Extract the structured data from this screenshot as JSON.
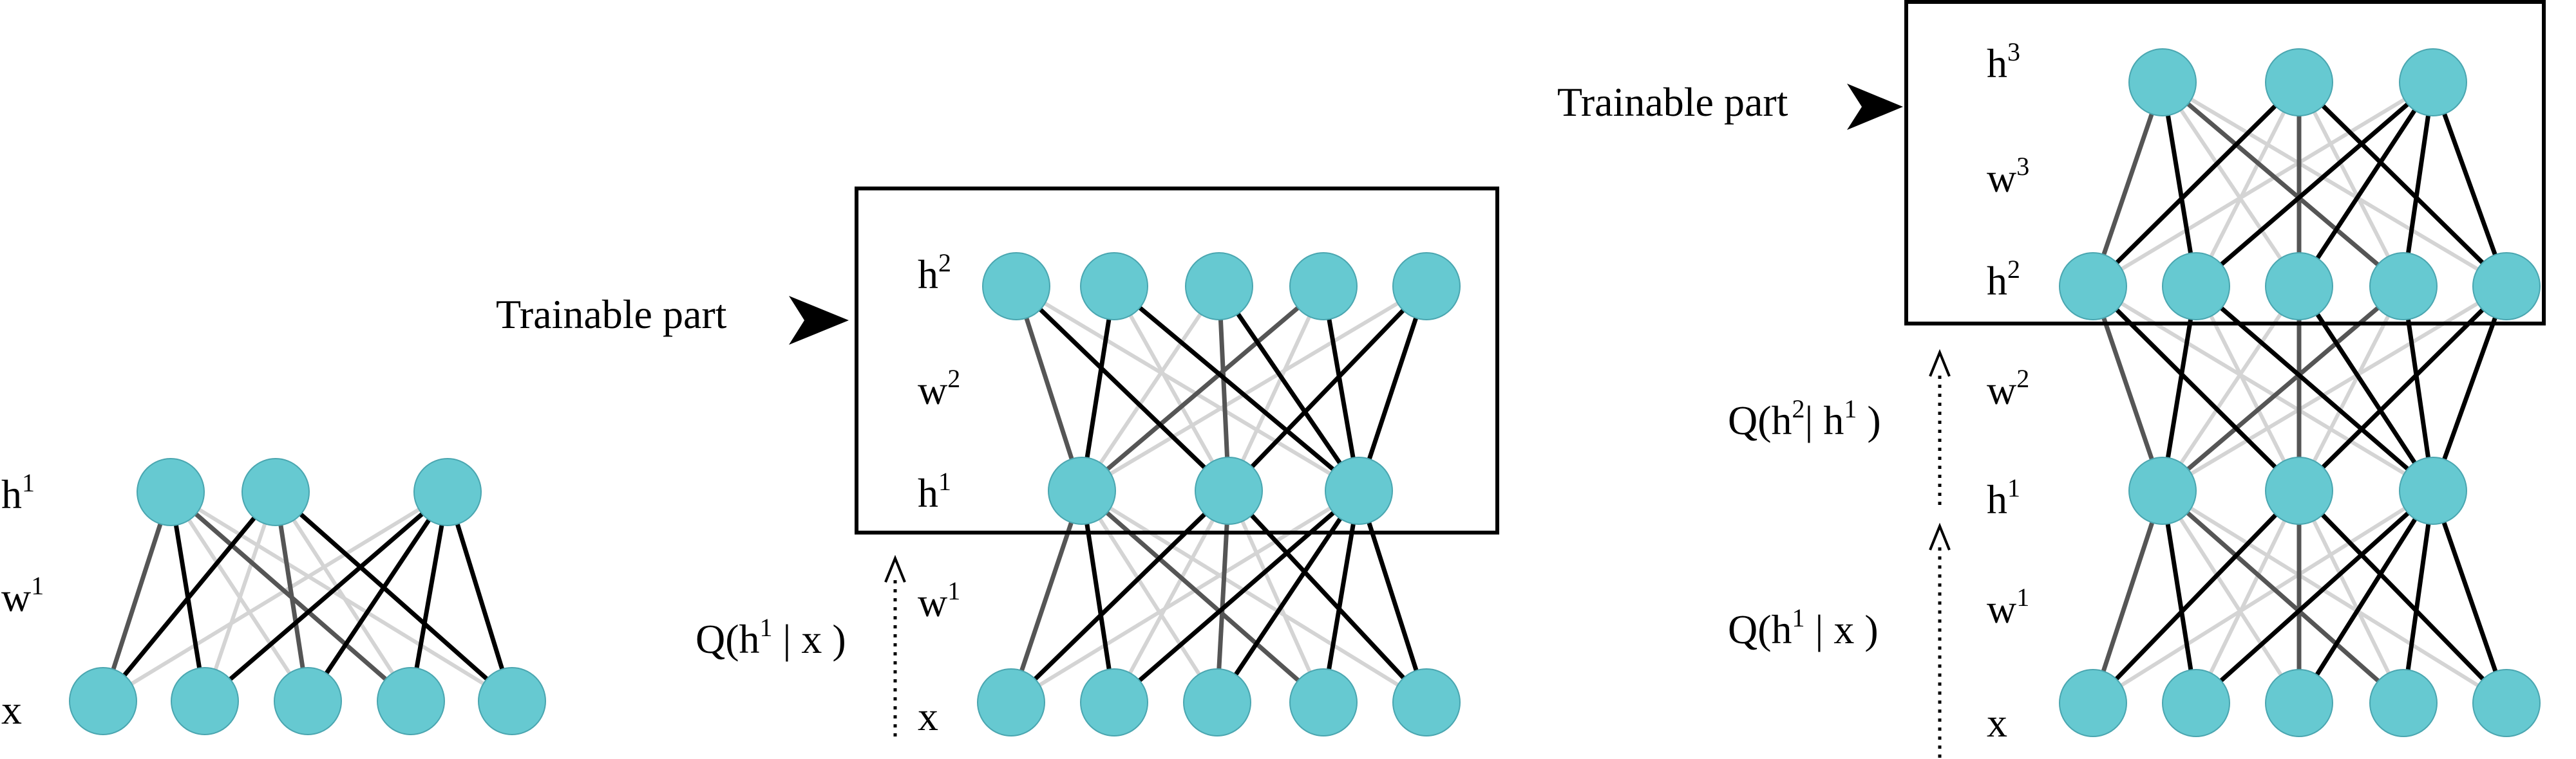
{
  "colors": {
    "node_fill": "#66c9d1",
    "node_stroke": "#4aa6b0",
    "edge_black": "#000000",
    "edge_dark": "#555555",
    "edge_light": "#d4d4d4",
    "box": "#000000"
  },
  "icons": {
    "arrow": "black-arrowhead-icon",
    "dotted_arrow": "dotted-up-arrow-icon"
  },
  "panel1": {
    "labels": {
      "h1": {
        "base": "h",
        "sup": "1"
      },
      "w1": {
        "base": "w",
        "sup": "1"
      },
      "x": {
        "base": "x",
        "sup": ""
      }
    }
  },
  "panel2": {
    "trainable_label": "Trainable part",
    "labels": {
      "h2": {
        "base": "h",
        "sup": "2"
      },
      "w2": {
        "base": "w",
        "sup": "2"
      },
      "h1": {
        "base": "h",
        "sup": "1"
      },
      "w1": {
        "base": "w",
        "sup": "1"
      },
      "x": {
        "base": "x",
        "sup": ""
      }
    },
    "q": {
      "pre": "Q(h",
      "sup": "1",
      "post": " | x )"
    }
  },
  "panel3": {
    "trainable_label": "Trainable part",
    "labels": {
      "h3": {
        "base": "h",
        "sup": "3"
      },
      "w3": {
        "base": "w",
        "sup": "3"
      },
      "h2": {
        "base": "h",
        "sup": "2"
      },
      "w2": {
        "base": "w",
        "sup": "2"
      },
      "h1": {
        "base": "h",
        "sup": "1"
      },
      "w1": {
        "base": "w",
        "sup": "1"
      },
      "x": {
        "base": "x",
        "sup": ""
      }
    },
    "q_upper": {
      "pre": "Q(h",
      "sup": "2",
      "mid": "| h",
      "sup2": "1",
      "post": " )"
    },
    "q_lower": {
      "pre": "Q(h",
      "sup": "1",
      "post": " | x )"
    }
  }
}
